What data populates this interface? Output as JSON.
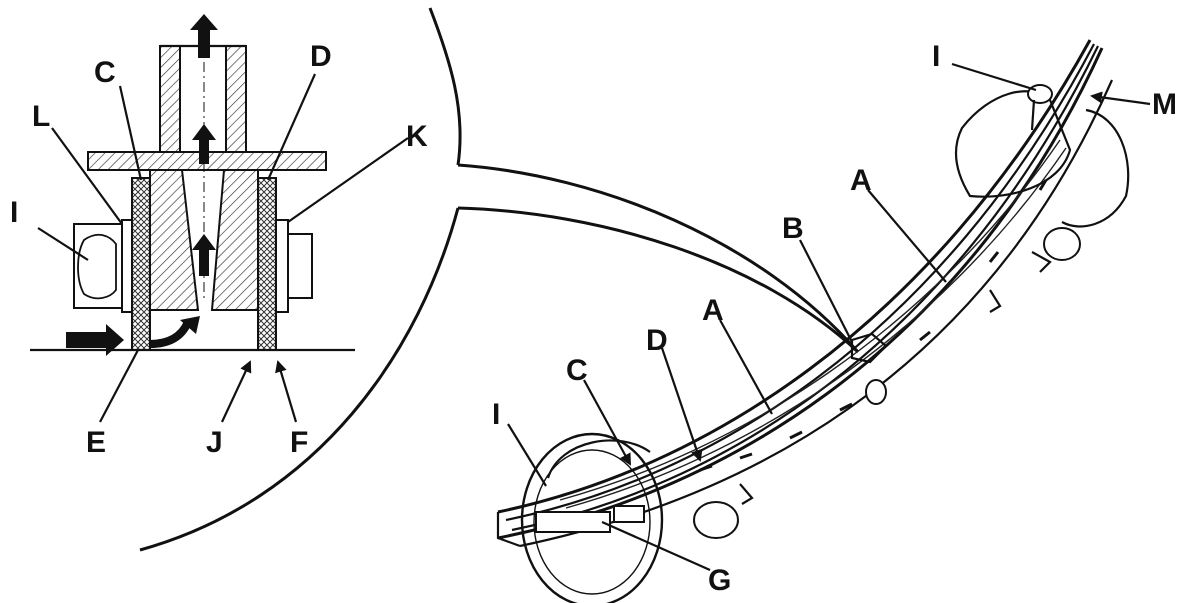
{
  "labels": {
    "C_left": "C",
    "D_left": "D",
    "L": "L",
    "K": "K",
    "I_left": "I",
    "E": "E",
    "J": "J",
    "F": "F",
    "I_top": "I",
    "M": "M",
    "A_upper": "A",
    "B": "B",
    "A_lower": "A",
    "D_right": "D",
    "C_right": "C",
    "I_bottom": "I",
    "G": "G"
  },
  "colors": {
    "ink": "#111111",
    "hatch": "#333333",
    "background": "#ffffff"
  }
}
